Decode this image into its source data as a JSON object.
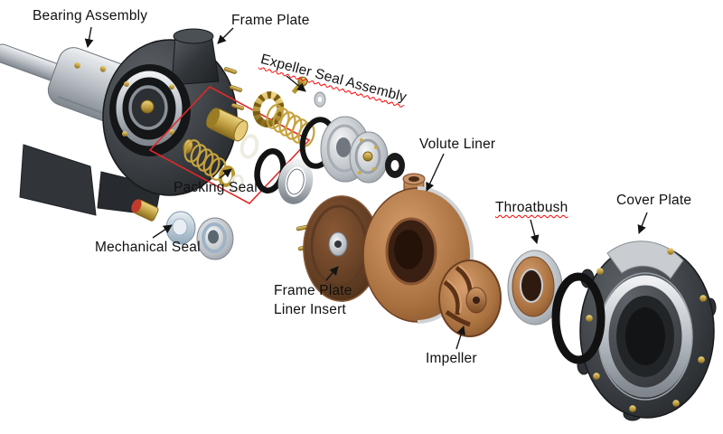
{
  "diagram": {
    "type": "exploded-parts-diagram",
    "background": "#ffffff"
  },
  "labels": {
    "bearing_assembly": "Bearing Assembly",
    "frame_plate": "Frame Plate",
    "expeller_seal_assembly": "Expeller Seal Assembly",
    "volute_liner": "Volute Liner",
    "packing_seal": "Packing Seal",
    "throatbush": "Throatbush",
    "cover_plate": "Cover Plate",
    "mechanical_seal": "Mechanical Seal",
    "frame_plate_liner_insert_line1": "Frame Plate",
    "frame_plate_liner_insert_line2": "Liner Insert",
    "impeller": "Impeller"
  },
  "annotations": {
    "misspelling_underline_color": "#ff0000",
    "callout_box_color": "#e02828",
    "leader_line_color": "#141414",
    "label_text_color": "#101010"
  },
  "palette": {
    "copper": "#a9713f",
    "dark_copper": "#5c3a20",
    "brass": "#c3a246",
    "steel": "#b6bcc2",
    "dark_casting": "#33373b",
    "rubber_black": "#151515"
  }
}
